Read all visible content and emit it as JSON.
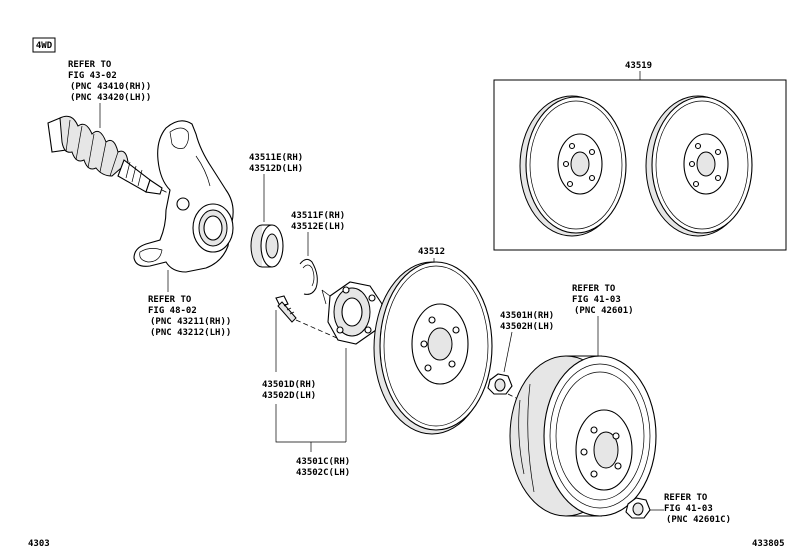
{
  "badge": "4WD",
  "labels": {
    "ref_driveshaft": [
      "REFER TO",
      "FIG 43-02",
      "(PNC 43410(RH))",
      "(PNC 43420(LH))"
    ],
    "ref_knuckle": [
      "REFER TO",
      "FIG 48-02",
      "(PNC 43211(RH))",
      "(PNC 43212(LH))"
    ],
    "bearing": [
      "43511E(RH)",
      "43512D(LH)"
    ],
    "snap_ring": [
      "43511F(RH)",
      "43512E(LH)"
    ],
    "rotor": "43512",
    "rotor_kit": "43519",
    "hub_bolt": [
      "43501D(RH)",
      "43502D(LH)"
    ],
    "hub": [
      "43501C(RH)",
      "43502C(LH)"
    ],
    "nut": [
      "43501H(RH)",
      "43502H(LH)"
    ],
    "ref_wheel": [
      "REFER TO",
      "FIG 41-03",
      "(PNC 42601)"
    ],
    "ref_wheel_nut": [
      "REFER TO",
      "FIG 41-03",
      "(PNC 42601C)"
    ]
  },
  "footer": {
    "left": "4303",
    "right": "433805"
  }
}
